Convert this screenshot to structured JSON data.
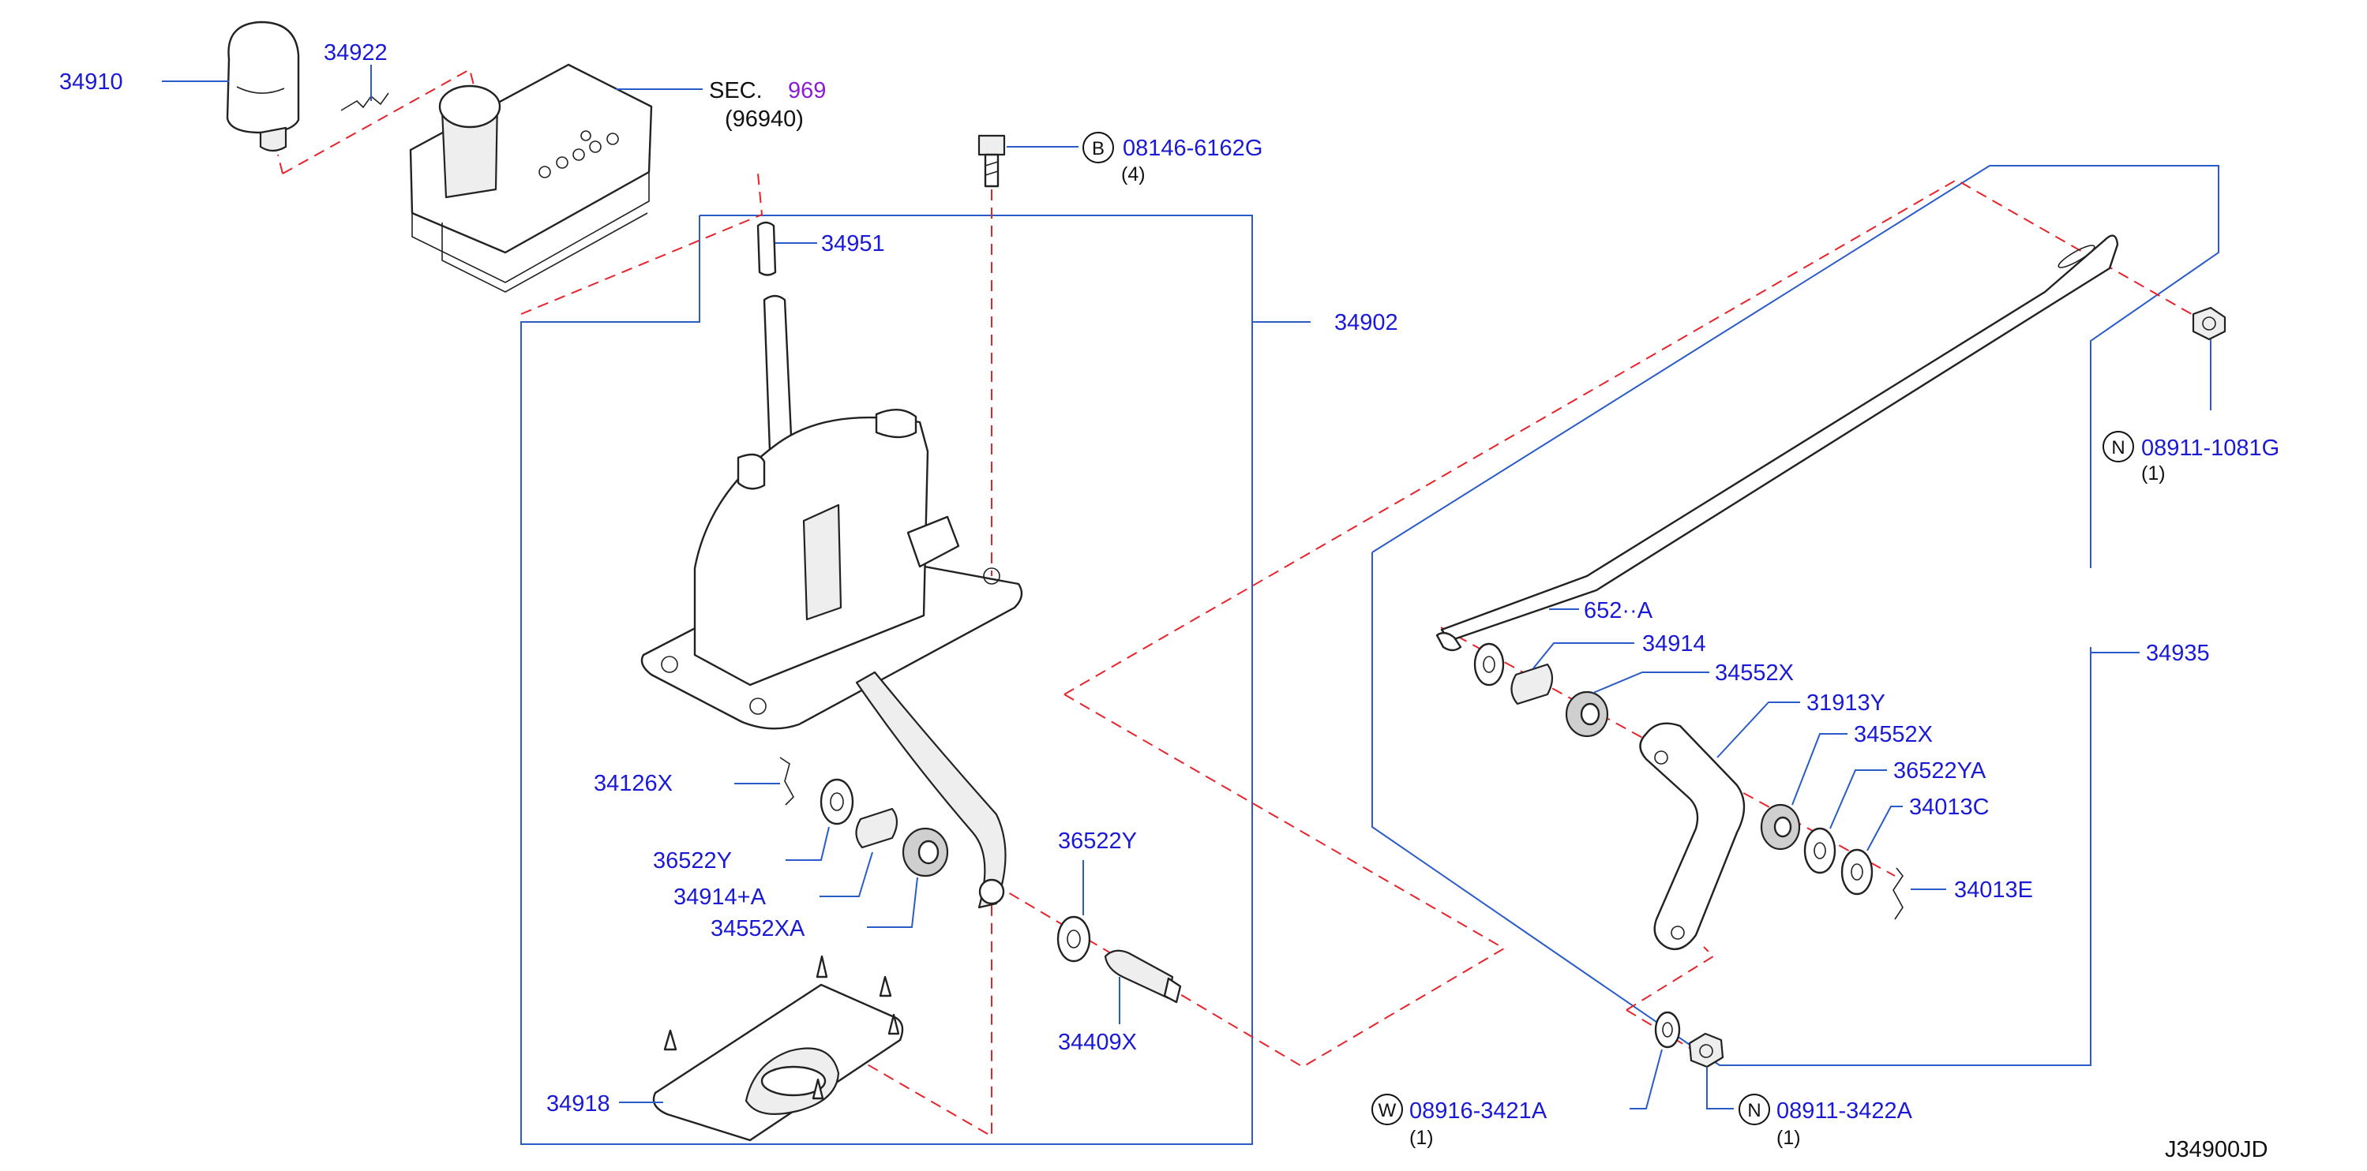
{
  "callouts": {
    "p34910": "34910",
    "p34922": "34922",
    "sec": "SEC.",
    "sec_num": "969",
    "sec_sub": "(96940)",
    "bolt_code": "B",
    "bolt_part": "08146-6162G",
    "bolt_qty": "(4)",
    "p34951": "34951",
    "p34902": "34902",
    "p34126x": "34126X",
    "p36522y_a": "36522Y",
    "p34914a": "34914+A",
    "p34552xa": "34552XA",
    "p36522y_b": "36522Y",
    "p34409x": "34409X",
    "p34918": "34918",
    "w_code": "W",
    "w_part": "08916-3421A",
    "w_qty": "(1)",
    "n1_code": "N",
    "n1_part": "08911-3422A",
    "n1_qty": "(1)",
    "n2_code": "N",
    "n2_part": "08911-1081G",
    "n2_qty": "(1)",
    "p6522": "652··A",
    "p34914": "34914",
    "p34552x_a": "34552X",
    "p31913y": "31913Y",
    "p34552x_b": "34552X",
    "p36522ya": "36522YA",
    "p34013c": "34013C",
    "p34013e": "34013E",
    "p34935": "34935"
  },
  "diagram_id": "J34900JD",
  "colors": {
    "callout_text": "#1a1ad6",
    "leader_line": "#2a5cc8",
    "dashed_guide": "#e8232a",
    "section_ref": "#8a1ed6"
  }
}
